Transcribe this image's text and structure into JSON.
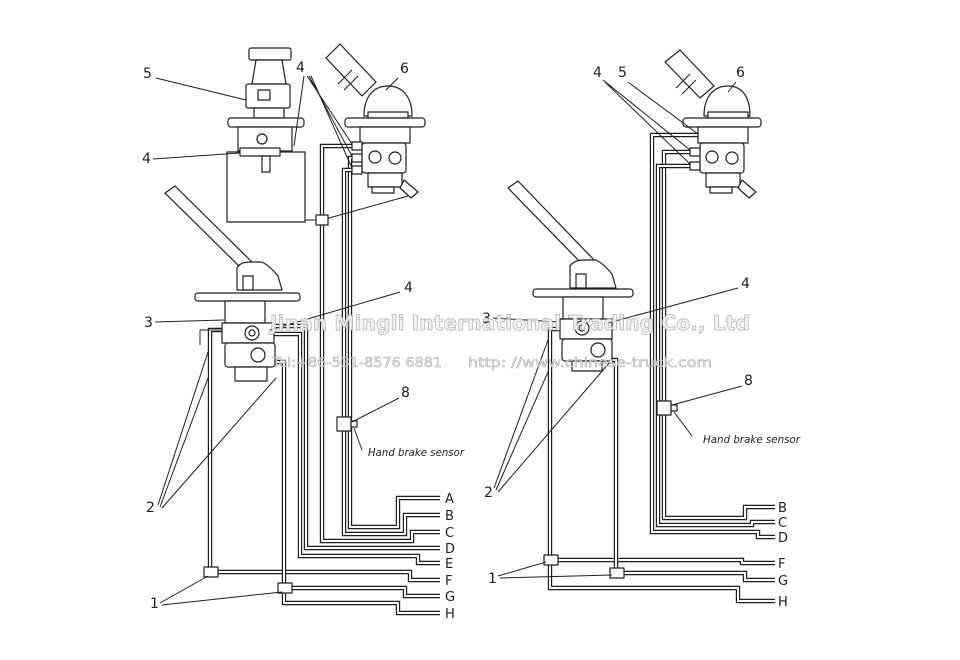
{
  "left_diagram": {
    "callouts": {
      "part5": "5",
      "part4_top": "4",
      "part6": "6",
      "part4_left": "4",
      "part3": "3",
      "part4_mid": "4",
      "part8": "8",
      "part2": "2",
      "part1": "1"
    },
    "sensor_label": "Hand brake sensor",
    "line_labels": [
      "A",
      "B",
      "C",
      "D",
      "E",
      "F",
      "G",
      "H"
    ]
  },
  "right_diagram": {
    "callouts": {
      "part4_top": "4",
      "part5": "5",
      "part6": "6",
      "part3": "3",
      "part4_mid": "4",
      "part8": "8",
      "part2": "2",
      "part1": "1"
    },
    "sensor_label": "Hand brake sensor",
    "line_labels": [
      "B",
      "C",
      "D",
      "F",
      "G",
      "H"
    ]
  },
  "watermark": {
    "company": "Jinan Mingli International Trading Co., Ltd",
    "tel": "Tel:+86-531-8576 6881",
    "url": "http: //www.chinese-truck.com"
  },
  "colors": {
    "line": "#1e1e1e",
    "background": "#ffffff",
    "watermark": "#a6a6a6"
  }
}
